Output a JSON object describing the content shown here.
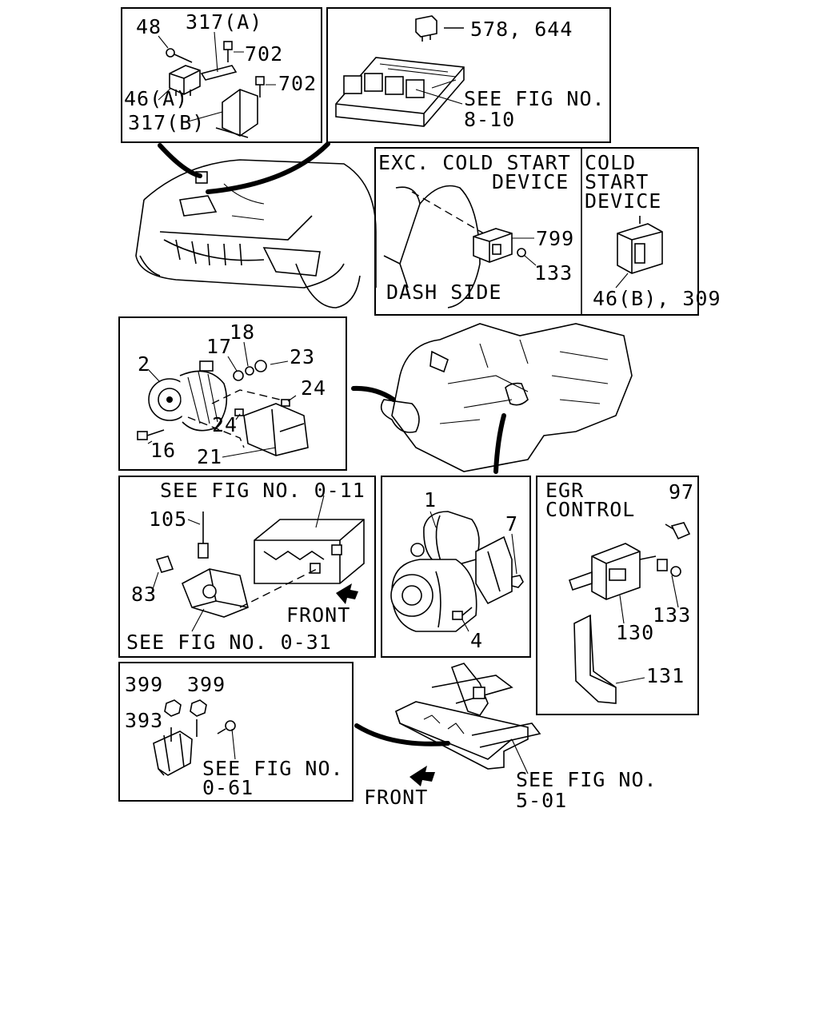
{
  "panels": {
    "relay_bracket": {
      "label_48": "48",
      "label_317a": "317(A)",
      "label_702a": "702",
      "label_702b": "702",
      "label_46a": "46(A)",
      "label_317b": "317(B)"
    },
    "fuse_box": {
      "label_578_644": "578, 644",
      "see_fig_line1": "SEE FIG NO.",
      "see_fig_line2": "8-10"
    },
    "cold_start": {
      "exc_line1": "EXC. COLD START",
      "exc_line2": "DEVICE",
      "cold_line1": "COLD",
      "cold_line2": "START",
      "cold_line3": "DEVICE",
      "label_799": "799",
      "label_133": "133",
      "dash_side": "DASH SIDE",
      "label_46b_309": "46(B), 309"
    },
    "alternator": {
      "label_2": "2",
      "label_17": "17",
      "label_18": "18",
      "label_23": "23",
      "label_24a": "24",
      "label_24b": "24",
      "label_16": "16",
      "label_21": "21"
    },
    "sensor": {
      "see_fig_top": "SEE FIG NO. 0-11",
      "label_105": "105",
      "label_83": "83",
      "front": "FRONT",
      "see_fig_bottom": "SEE FIG NO. 0-31"
    },
    "starter": {
      "label_1": "1",
      "label_7": "7",
      "label_4": "4"
    },
    "egr": {
      "title_line1": "EGR",
      "title_line2": "CONTROL",
      "label_97": "97",
      "label_133": "133",
      "label_130": "130",
      "label_131": "131"
    },
    "mount": {
      "label_399a": "399",
      "label_399b": "399",
      "label_393": "393",
      "see_fig_line1": "SEE FIG NO.",
      "see_fig_line2": "0-61"
    },
    "frame": {
      "front": "FRONT",
      "see_fig_line1": "SEE FIG NO.",
      "see_fig_line2": "5-01"
    }
  }
}
